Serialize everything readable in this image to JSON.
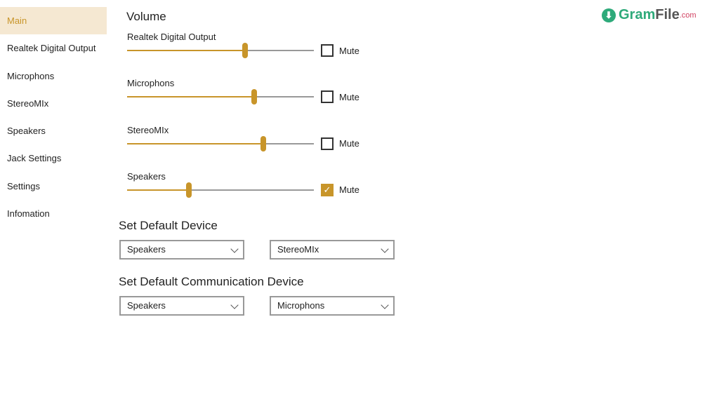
{
  "sidebar": {
    "items": [
      {
        "label": "Main",
        "active": true
      },
      {
        "label": "Realtek Digital Output"
      },
      {
        "label": "Microphons"
      },
      {
        "label": "StereoMIx"
      },
      {
        "label": "Speakers"
      },
      {
        "label": "Jack Settings"
      },
      {
        "label": "Settings"
      },
      {
        "label": "Infomation"
      }
    ]
  },
  "logo": {
    "gram": "Gram",
    "file": "File",
    "com": ".com",
    "brand_color": "#2eaa7a"
  },
  "volume": {
    "title": "Volume",
    "rows": [
      {
        "label": "Realtek Digital Output",
        "level": 0.63,
        "mute_label": "Mute",
        "muted": false
      },
      {
        "label": "Microphons",
        "level": 0.68,
        "mute_label": "Mute",
        "muted": false
      },
      {
        "label": "StereoMIx",
        "level": 0.73,
        "mute_label": "Mute",
        "muted": false
      },
      {
        "label": "Speakers",
        "level": 0.33,
        "mute_label": "Mute",
        "muted": true
      }
    ]
  },
  "default_device": {
    "title": "Set Default Device",
    "output": "Speakers",
    "input": "StereoMIx"
  },
  "default_comm_device": {
    "title": "Set Default Communication Device",
    "output": "Speakers",
    "input": "Microphons"
  },
  "accent": "#c8952a"
}
